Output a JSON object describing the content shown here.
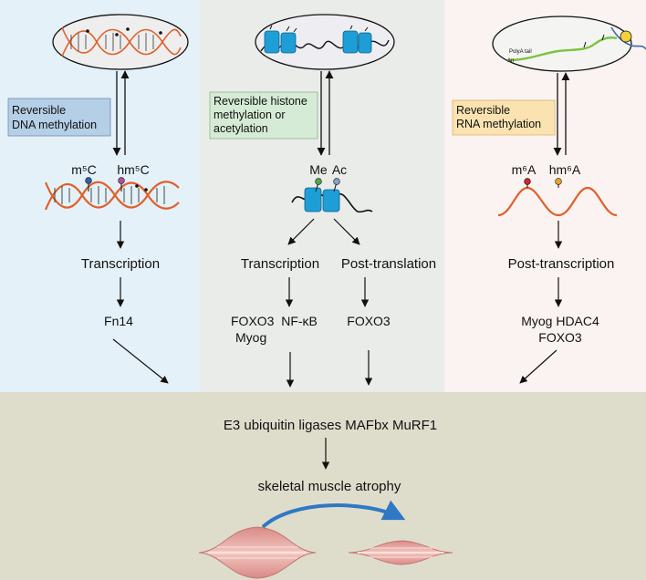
{
  "columns": {
    "dna": {
      "mechanism": [
        "Reversible",
        "DNA methylation"
      ],
      "marks": [
        "m⁵C",
        "hm⁵C"
      ],
      "process": "Transcription",
      "targets": [
        "Fn14"
      ]
    },
    "histone": {
      "mechanism": [
        "Reversible histone",
        "methylation or",
        "acetylation"
      ],
      "marks": [
        "Me",
        "Ac"
      ],
      "process_left": "Transcription",
      "process_right": "Post-translation",
      "targets_left": [
        "FOXO3  NF-κB",
        "Myog"
      ],
      "targets_right": [
        "FOXO3"
      ]
    },
    "rna": {
      "mechanism": [
        "Reversible",
        "RNA methylation"
      ],
      "marks": [
        "m⁶A",
        "hm⁶A"
      ],
      "process": "Post-transcription",
      "targets": [
        "Myog HDAC4",
        "FOXO3"
      ],
      "polya_label": "PolyA tail",
      "polya_short": "An"
    }
  },
  "bottom": {
    "ligases": "E3 ubiquitin ligases MAFbx MuRF1",
    "outcome": "skeletal muscle atrophy"
  },
  "colors": {
    "dna_panel": "#e4f1f9",
    "histone_panel": "#eaece9",
    "rna_panel": "#faf3f1",
    "bottom_panel": "#deddcb",
    "dna_box": "#b5cfe6",
    "histone_box": "#d5ebd5",
    "rna_box": "#fbe3b1",
    "helix": "#e0602a",
    "nucleosome": "#1e9ed6",
    "rna_strand": "#7dc242",
    "muscle": "#e9a6a3"
  }
}
